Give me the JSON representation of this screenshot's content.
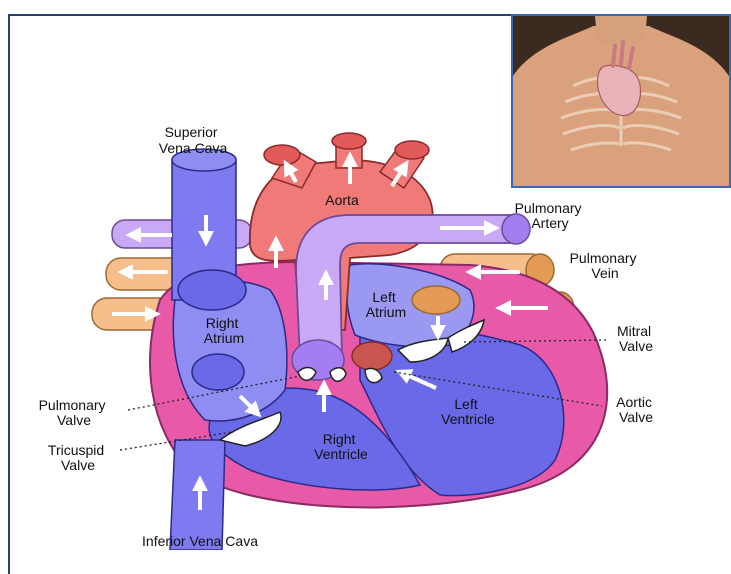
{
  "labels": {
    "superior_vena_cava": [
      "Superior",
      "Vena Cava"
    ],
    "aorta": "Aorta",
    "pulmonary_artery": [
      "Pulmonary",
      "Artery"
    ],
    "pulmonary_vein": [
      "Pulmonary",
      "Vein"
    ],
    "left_atrium": [
      "Left",
      "Atrium"
    ],
    "right_atrium": [
      "Right",
      "Atrium"
    ],
    "mitral_valve": [
      "Mitral",
      "Valve"
    ],
    "pulmonary_valve": [
      "Pulmonary",
      "Valve"
    ],
    "aortic_valve": [
      "Aortic",
      "Valve"
    ],
    "left_ventricle": [
      "Left",
      "Ventricle"
    ],
    "tricuspid_valve": [
      "Tricuspid",
      "Valve"
    ],
    "right_ventricle": [
      "Right",
      "Ventricle"
    ],
    "inferior_vena_cava": "Inferior Vena Cava"
  },
  "colors": {
    "deoxygenated": "#7f7af0",
    "oxygenated": "#f07a78",
    "pulmonary_artery": "#c9a8f5",
    "pulmonary_vein": "#f5be8a",
    "heart_wall": "#e85aa8",
    "frame": "#2a3f6e"
  }
}
